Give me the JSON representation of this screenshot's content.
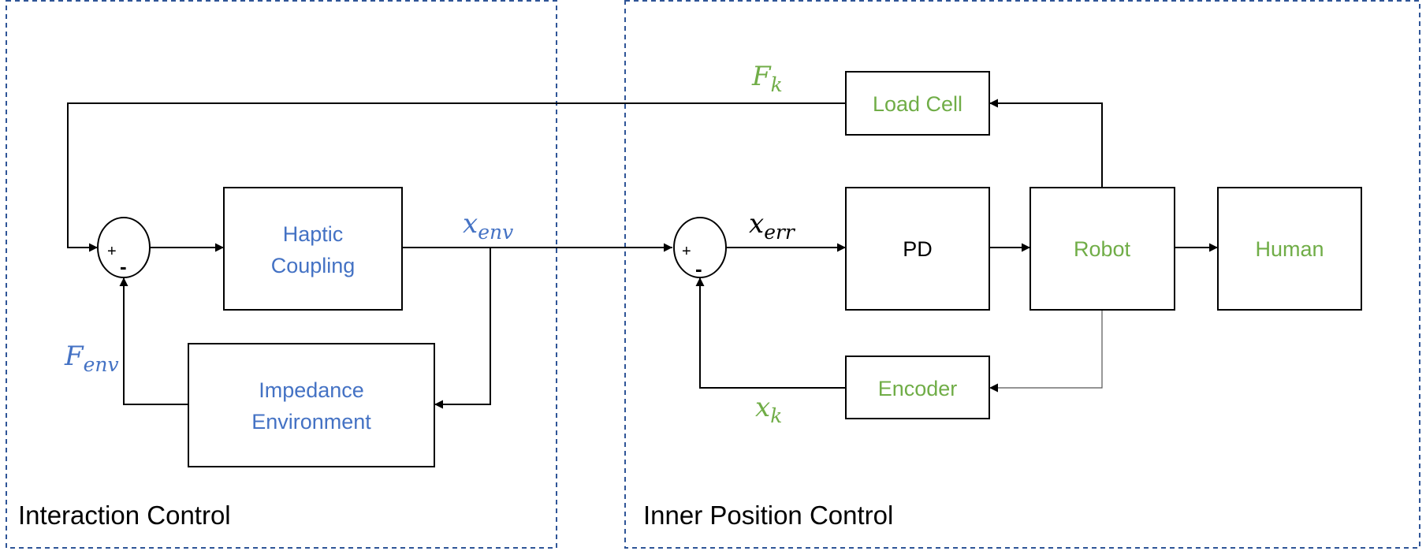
{
  "regions": {
    "interaction_control": "Interaction Control",
    "inner_position_control": "Inner Position Control"
  },
  "blocks": {
    "haptic_coupling": [
      "Haptic",
      "Coupling"
    ],
    "impedance_environment": [
      "Impedance",
      "Environment"
    ],
    "pd": "PD",
    "robot": "Robot",
    "human": "Human",
    "load_cell": "Load Cell",
    "encoder": "Encoder"
  },
  "summing_junctions": {
    "plus": "+",
    "minus": "-"
  },
  "signals": {
    "F_k": {
      "base": "F",
      "sub": "k"
    },
    "x_env": {
      "base": "x",
      "sub": "env"
    },
    "F_env": {
      "base": "F",
      "sub": "env"
    },
    "x_err": {
      "base": "x",
      "sub": "err"
    },
    "x_k": {
      "base": "x",
      "sub": "k"
    }
  },
  "colors": {
    "blue_text": "#4472c4",
    "green_text": "#70ad47",
    "black_text": "#000000",
    "frame_dash": "#2f5597"
  }
}
